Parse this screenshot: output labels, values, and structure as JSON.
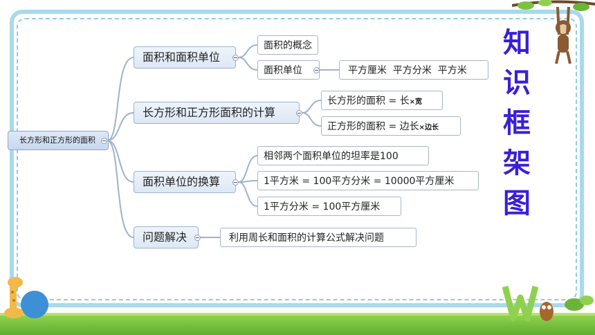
{
  "root": {
    "label": "长方形和正方形的面积"
  },
  "branches": [
    {
      "label": "面积和面积单位",
      "children": [
        "面积的概念",
        "面积单位"
      ],
      "grandchild": "平方厘米  平方分米  平方米"
    },
    {
      "label": "长方形和正方形面积的计算",
      "children": [
        {
          "main": "长方形的面积 = 长",
          "tail": "×宽"
        },
        {
          "main": "正方形的面积 = 边长",
          "tail": "×边长"
        }
      ]
    },
    {
      "label": "面积单位的换算",
      "children": [
        "相邻两个面积单位的坦率是100",
        "1平方米 = 100平方分米 = 10000平方厘米",
        "1平方分米 = 100平方厘米"
      ]
    },
    {
      "label": "问题解决",
      "children": [
        "利用周长和面积的计算公式解决问题"
      ]
    }
  ],
  "side_title": [
    "知",
    "识",
    "框",
    "架",
    "图"
  ],
  "colors": {
    "title": "#3a1fd6",
    "frame": "#a9d9ec",
    "lines": "#9fb2cc"
  }
}
